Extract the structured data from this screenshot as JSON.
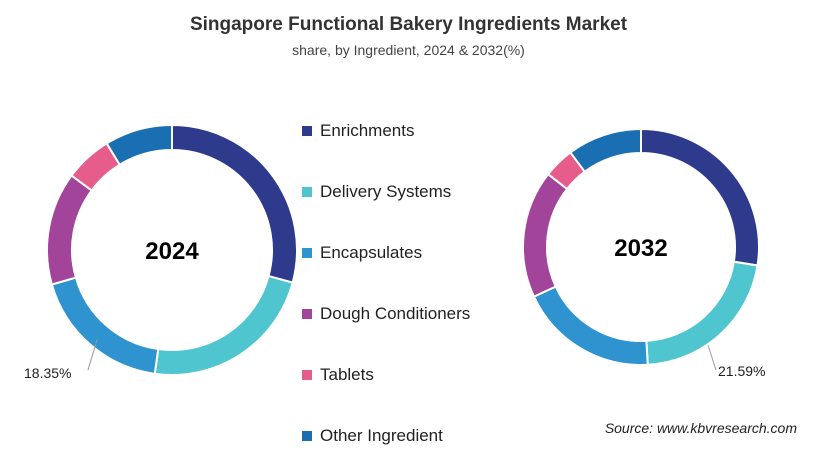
{
  "chart_data": {
    "type": "pie",
    "title": "Singapore Functional Bakery Ingredients Market",
    "subtitle": "share, by Ingredient, 2024 & 2032(%)",
    "categories": [
      "Enrichments",
      "Delivery Systems",
      "Encapsulates",
      "Dough Conditioners",
      "Tablets",
      "Other Ingredient"
    ],
    "colors": [
      "#2e3a8c",
      "#4fc6cf",
      "#2f93d0",
      "#a2449a",
      "#e65c8a",
      "#1a6fb3"
    ],
    "series": [
      {
        "name": "2024",
        "values": [
          29.2,
          23.0,
          18.35,
          14.6,
          6.1,
          8.75
        ],
        "label": "18.35%",
        "label_index": 2
      },
      {
        "name": "2032",
        "values": [
          27.5,
          21.59,
          19.0,
          17.5,
          4.2,
          10.21
        ],
        "label": "21.59%",
        "label_index": 1
      }
    ],
    "legend_position": "center"
  },
  "source": "Source: www.kbvresearch.com"
}
